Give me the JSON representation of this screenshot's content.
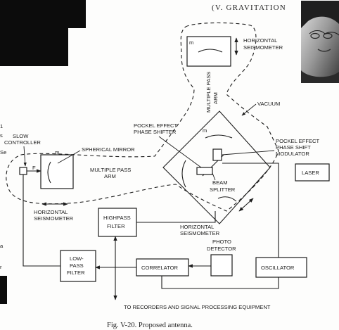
{
  "header": {
    "running_head": "(V.  GRAVITATION"
  },
  "caption": "Fig. V-20.   Proposed antenna.",
  "margin_fragments": [
    "1",
    "s",
    "Se",
    "a",
    "r"
  ],
  "labels": {
    "horizontal_seismometer_top_1": "HORIZONTAL",
    "horizontal_seismometer_top_2": "SEISMOMETER",
    "multiple_pass_arm_vertical_1": "MULTIPLE PASS",
    "multiple_pass_arm_vertical_2": "ARM",
    "vacuum": "VACUUM",
    "slow_controller_1": "SLOW",
    "slow_controller_2": "CONTROLLER",
    "pockel_phase_shifter_1": "POCKEL EFFECT",
    "pockel_phase_shifter_2": "PHASE SHIFTER",
    "pockel_modulator_1": "POCKEL EFFECT",
    "pockel_modulator_2": "PHASE SHIFT",
    "pockel_modulator_3": "MODULATOR",
    "spherical_mirror": "SPHERICAL MIRROR",
    "multiple_pass_arm_horiz_1": "MULTIPLE PASS",
    "multiple_pass_arm_horiz_2": "ARM",
    "laser": "LASER",
    "beam_splitter_1": "BEAM",
    "beam_splitter_2": "SPLITTER",
    "horizontal_seismometer_left_1": "HORIZONTAL",
    "horizontal_seismometer_left_2": "SEISMOMETER",
    "highpass_filter_1": "HIGHPASS",
    "highpass_filter_2": "FILTER",
    "horizontal_seismometer_center_1": "HORIZONTAL",
    "horizontal_seismometer_center_2": "SEISMOMETER",
    "photo_detector_1": "PHOTO",
    "photo_detector_2": "DETECTOR",
    "lowpass_filter_1": "LOW-",
    "lowpass_filter_2": "PASS",
    "lowpass_filter_3": "FILTER",
    "correlator": "CORRELATOR",
    "oscillator": "OSCILLATOR",
    "to_recorders": "TO RECORDERS AND SIGNAL PROCESSING EQUIPMENT",
    "mass_m": "m",
    "force_f": "F"
  },
  "icons": {
    "portrait": "portrait-photo-icon",
    "arrow": "double-arrow-icon"
  }
}
